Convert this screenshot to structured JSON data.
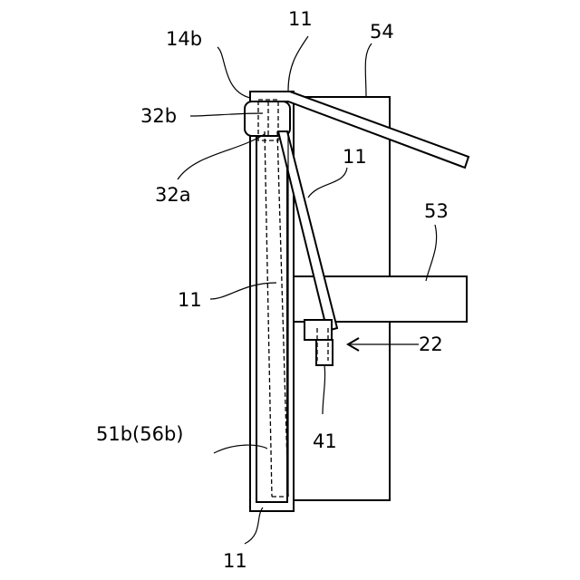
{
  "labels": {
    "top_11": "11",
    "ref_54": "54",
    "ref_14b": "14b",
    "ref_32b": "32b",
    "ref_32a": "32a",
    "right_11": "11",
    "ref_53": "53",
    "left_11": "11",
    "ref_22": "22",
    "ref_41": "41",
    "ref_51b": "51b(56b)",
    "bottom_11": "11"
  }
}
